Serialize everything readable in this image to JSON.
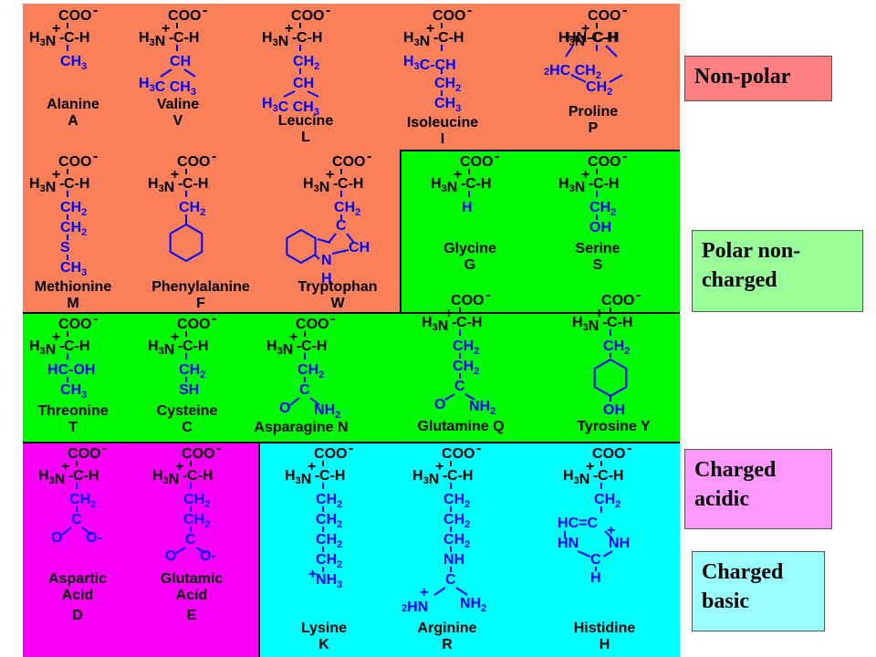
{
  "colors": {
    "nonpolar": "#F9805A",
    "polar": "#00F900",
    "acidic": "#F900F9",
    "basic": "#00FFFF",
    "structure": "#0000FF",
    "backbone": "#000000"
  },
  "legend": {
    "nonpolar": "Non-polar",
    "polar_line1": "Polar non-",
    "polar_line2": "charged",
    "acidic_line1": "Charged",
    "acidic_line2": "acidic",
    "basic_line1": "Charged",
    "basic_line2": "basic"
  },
  "backbone": {
    "coo": "COO",
    "h3n": "H3N",
    "ch": "C-H",
    "minus": "-",
    "plus": "+"
  },
  "amino_acids": {
    "alanine": {
      "name": "Alanine",
      "code": "A",
      "side": [
        "CH3"
      ]
    },
    "valine": {
      "name": "Valine",
      "code": "V",
      "side": [
        "CH",
        "H3C CH3"
      ]
    },
    "leucine": {
      "name": "Leucine",
      "code": "L",
      "side": [
        "CH2",
        "CH",
        "H3C CH3"
      ]
    },
    "isoleucine": {
      "name": "Isoleucine",
      "code": "I",
      "side": [
        "H3C-CH",
        "CH2",
        "CH3"
      ]
    },
    "proline": {
      "name": "Proline",
      "code": "P",
      "side": [
        "HN-C-H",
        "2HC CH2",
        "CH2"
      ]
    },
    "methionine": {
      "name": "Methionine",
      "code": "M",
      "side": [
        "CH2",
        "CH2",
        "S",
        "CH3"
      ]
    },
    "phenylalanine": {
      "name": "Phenylalanine",
      "code": "F",
      "side": [
        "CH2"
      ]
    },
    "tryptophan": {
      "name": "Tryptophan",
      "code": "W",
      "side": [
        "CH2",
        "C",
        "CH",
        "N",
        "H"
      ]
    },
    "glycine": {
      "name": "Glycine",
      "code": "G",
      "side": [
        "H"
      ]
    },
    "serine": {
      "name": "Serine",
      "code": "S",
      "side": [
        "CH2",
        "OH"
      ]
    },
    "threonine": {
      "name": "Threonine",
      "code": "T",
      "side": [
        "HC-OH",
        "CH3"
      ]
    },
    "cysteine": {
      "name": "Cysteine",
      "code": "C",
      "side": [
        "CH2",
        "SH"
      ]
    },
    "asparagine": {
      "name": "Asparagine N",
      "code": "",
      "side": [
        "CH2",
        "C",
        "O",
        "NH2"
      ]
    },
    "glutamine": {
      "name": "Glutamine Q",
      "code": "",
      "side": [
        "CH2",
        "CH2",
        "C",
        "O",
        "NH2"
      ]
    },
    "tyrosine": {
      "name": "Tyrosine Y",
      "code": "",
      "side": [
        "CH2",
        "OH"
      ]
    },
    "aspartic": {
      "name": "Aspartic",
      "name2": "Acid",
      "code": "D",
      "side": [
        "CH2",
        "C",
        "O",
        "O-"
      ]
    },
    "glutamic": {
      "name": "Glutamic",
      "name2": "Acid",
      "code": "E",
      "side": [
        "CH2",
        "CH2",
        "C",
        "O",
        "O-"
      ]
    },
    "lysine": {
      "name": "Lysine",
      "code": "K",
      "side": [
        "CH2",
        "CH2",
        "CH2",
        "CH2",
        "NH3"
      ]
    },
    "arginine": {
      "name": "Arginine",
      "code": "R",
      "side": [
        "CH2",
        "CH2",
        "CH2",
        "NH",
        "C",
        "2HN",
        "NH2"
      ]
    },
    "histidine": {
      "name": "Histidine",
      "code": "H",
      "side": [
        "CH2",
        "HC=C",
        "HN",
        "NH",
        "C",
        "H"
      ]
    }
  }
}
